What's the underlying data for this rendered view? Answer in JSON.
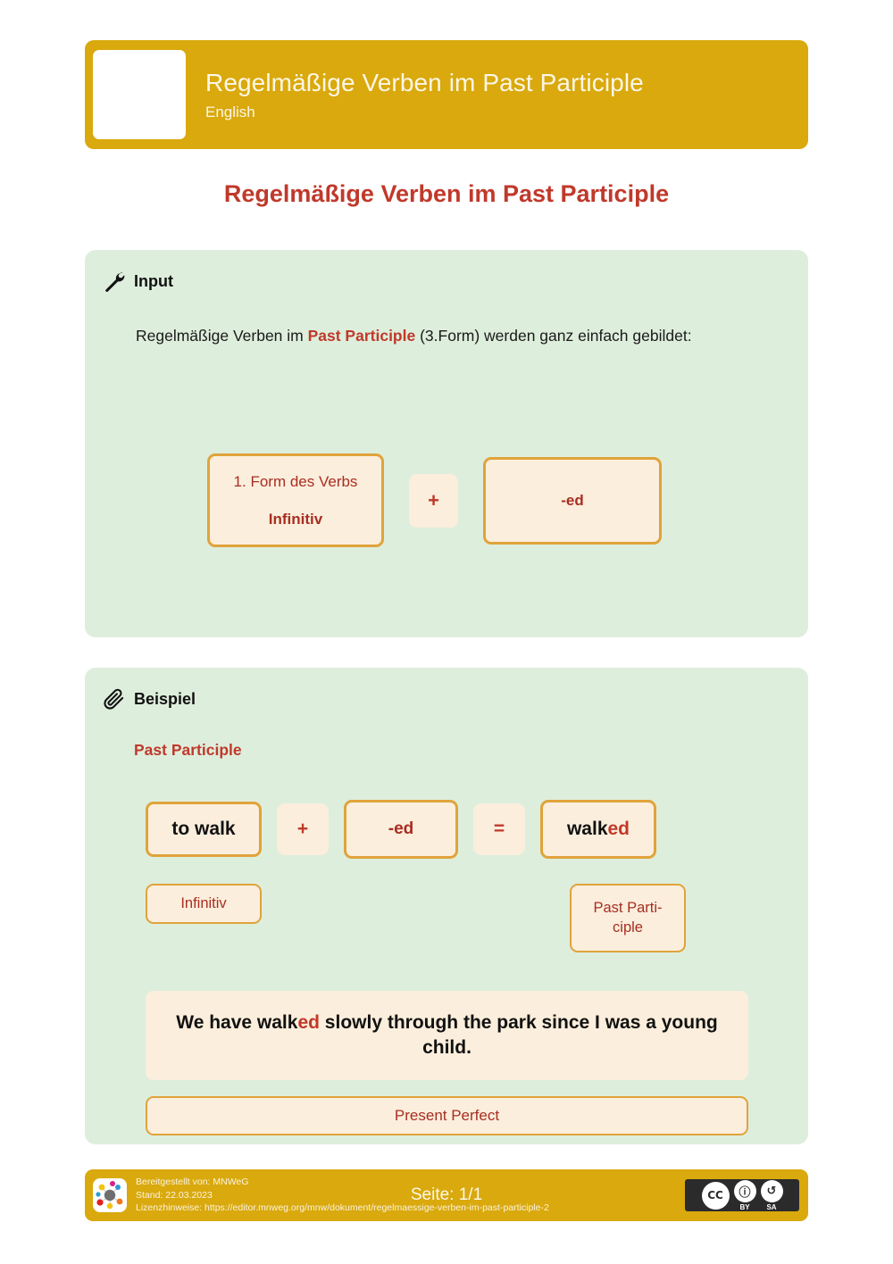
{
  "header": {
    "title": "Regelmäßige Verben im Past Participle",
    "subject": "English",
    "logo_icon": "logo-placeholder",
    "background_color": "#D9A90D"
  },
  "page_title": "Regelmäßige Verben im Past Participle",
  "title_color": "#C0392B",
  "panel_color": "#DEEEDC",
  "box_fill_color": "#FBEEDC",
  "box_border_color": "#E0A33B",
  "input_section": {
    "icon": "wrench-icon",
    "label": "Input",
    "intro_before": "Regelmäßige Verben im ",
    "intro_highlight": "Past Participle",
    "intro_after": " (3.Form) werden ganz einfach gebildet:",
    "formula": {
      "term1_line1": "1. Form des Verbs",
      "term1_line2": "Infinitiv",
      "operator": "+",
      "term2": "-ed"
    }
  },
  "example_section": {
    "icon": "paperclip-icon",
    "label": "Beispiel",
    "subtitle": "Past Participle",
    "equation": {
      "term1": "to walk",
      "op1": "+",
      "term2": "-ed",
      "op2": "=",
      "result_stem": "walk",
      "result_suffix": "ed"
    },
    "labels": {
      "left": "Infinitiv",
      "right": "Past Parti-\nciple"
    },
    "sentence": {
      "part1": "We have walk",
      "suffix": "ed",
      "part2": " slowly through the park since I was a young child."
    },
    "tense": "Present Perfect"
  },
  "footer": {
    "logo_icon": "mnweg-logo-icon",
    "provider_line": "Bereitgestellt von: MNWeG",
    "date_line": "Stand: 22.03.2023",
    "license_line": "Lizenzhinweise: https://editor.mnweg.org/mnw/dokument/regelmaessige-verben-im-past-participle-2",
    "page_label": "Seite: 1/1",
    "license_badge": {
      "cc": "CC",
      "by_symbol": "ⓘ",
      "by_label": "BY",
      "sa_symbol": "↺",
      "sa_label": "SA"
    }
  }
}
